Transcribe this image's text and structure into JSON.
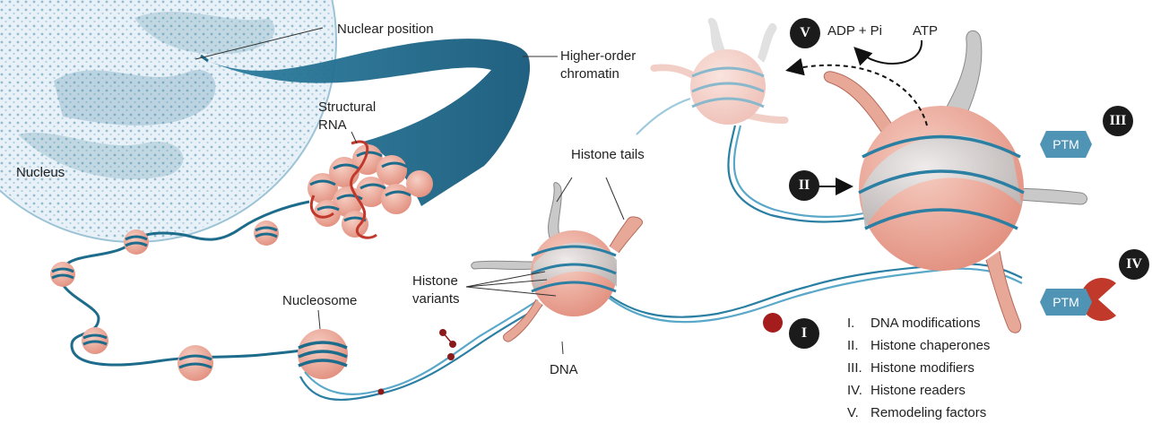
{
  "labels": {
    "nuclear_position": "Nuclear position",
    "higher_order_1": "Higher-order",
    "higher_order_2": "chromatin",
    "structural_1": "Structural",
    "structural_2": "RNA",
    "nucleus": "Nucleus",
    "histone_tails": "Histone tails",
    "histone_variants_1": "Histone",
    "histone_variants_2": "variants",
    "nucleosome": "Nucleosome",
    "dna": "DNA",
    "adp_pi": "ADP + Pi",
    "atp": "ATP",
    "ptm_a": "PTM",
    "ptm_b": "PTM"
  },
  "badges": {
    "b1": "I",
    "b2": "II",
    "b3": "III",
    "b4": "IV",
    "b5": "V"
  },
  "legend": [
    {
      "num": "I.",
      "text": "DNA modifications"
    },
    {
      "num": "II.",
      "text": "Histone chaperones"
    },
    {
      "num": "III.",
      "text": "Histone modifiers"
    },
    {
      "num": "IV.",
      "text": "Histone readers"
    },
    {
      "num": "V.",
      "text": "Remodeling factors"
    }
  ],
  "colors": {
    "chromatin": "#1e6c8c",
    "histone": "#e8a898",
    "histone_gray": "#c9c9c9",
    "dna": "#2a7fa3",
    "rna": "#c0392b",
    "ptm": "#4f94b4",
    "reader": "#c0392b"
  }
}
